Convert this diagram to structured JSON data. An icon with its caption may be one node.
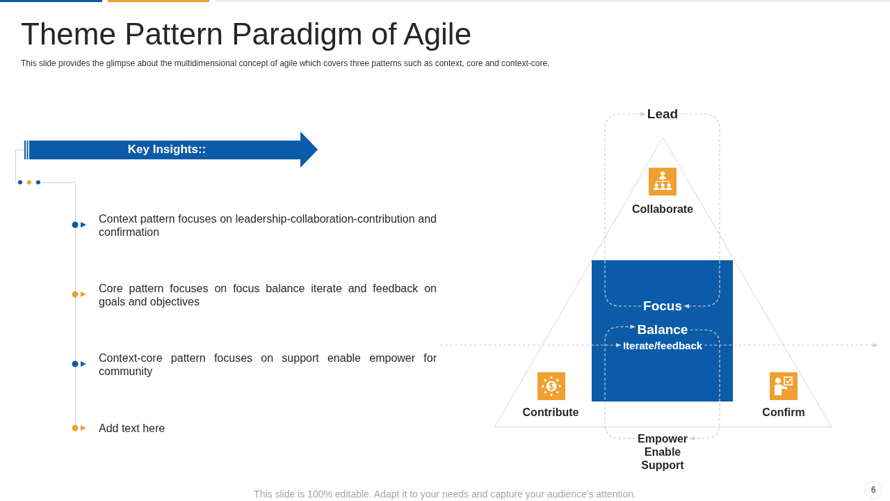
{
  "diagram": {
    "title": "Theme Pattern Paradigm of Agile",
    "nodes": [
      {
        "text": [
          "Key Insights::"
        ]
      },
      {
        "text": [
          "Lead"
        ]
      },
      {
        "text": [],
        "shape": "triangle"
      },
      {
        "text": [],
        "shape": "box",
        "in": 2
      },
      {
        "text": [
          "Focus"
        ],
        "in": 3
      },
      {
        "text": [
          "Balance"
        ],
        "in": 3
      },
      {
        "text": [
          "Iterate/feedback"
        ],
        "in": 3
      },
      {
        "text": [
          "Empower Enable Support"
        ]
      }
    ],
    "edges": [
      {
        "from": 4,
        "to": 1,
        "arrow": "to",
        "style": "dashed"
      },
      {
        "from": 1,
        "to": 4,
        "arrow": "to",
        "style": "dashed"
      },
      {
        "from": 7,
        "to": 5,
        "arrow": "to",
        "style": "dashed"
      },
      {
        "from": 5,
        "to": 7,
        "arrow": "to",
        "style": "dashed"
      },
      {
        "from": null,
        "to": 6,
        "arrow": "to",
        "style": "dashed"
      },
      {
        "from": 6,
        "to": null,
        "arrow": "to",
        "style": "dashed"
      }
    ],
    "labels": [
      "This slide provides the glimpse about the multidimensional concept of agile which covers three patterns such as context, core and context-core.",
      "Context pattern focuses on leadership-collaboration-contribution and confirmation",
      "Core pattern focuses on focus balance iterate and feedback on goals and objectives",
      "Context-core pattern focuses on support enable empower for community",
      "Add text here",
      "Collaborate",
      "Contribute",
      "Confirm",
      "This slide is 100% editable. Adapt it to your needs and capture your audience's attention.",
      "6"
    ]
  }
}
